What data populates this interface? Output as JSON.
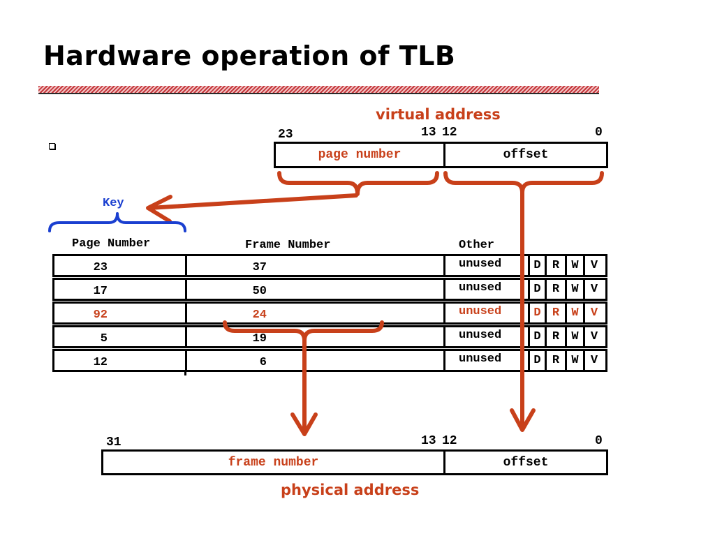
{
  "slide": {
    "title": "Hardware operation of TLB",
    "accent_color": "#c8401a",
    "key_color": "#1a3fd0"
  },
  "virtual_address": {
    "caption": "virtual address",
    "bit_high": "23",
    "bit_split_high": "13",
    "bit_split_low": "12",
    "bit_low": "0",
    "field_page": "page number",
    "field_offset": "offset"
  },
  "key_label": "Key",
  "table": {
    "headers": {
      "page_number": "Page Number",
      "frame_number": "Frame Number",
      "other": "Other"
    },
    "rows": [
      {
        "page": "23",
        "frame": "37",
        "other": "unused",
        "flags": [
          "D",
          "R",
          "W",
          "V"
        ],
        "highlight": false
      },
      {
        "page": "17",
        "frame": "50",
        "other": "unused",
        "flags": [
          "D",
          "R",
          "W",
          "V"
        ],
        "highlight": false
      },
      {
        "page": "92",
        "frame": "24",
        "other": "unused",
        "flags": [
          "D",
          "R",
          "W",
          "V"
        ],
        "highlight": true
      },
      {
        "page": "5",
        "frame": "19",
        "other": "unused",
        "flags": [
          "D",
          "R",
          "W",
          "V"
        ],
        "highlight": false
      },
      {
        "page": "12",
        "frame": "6",
        "other": "unused",
        "flags": [
          "D",
          "R",
          "W",
          "V"
        ],
        "highlight": false
      }
    ]
  },
  "physical_address": {
    "caption": "physical address",
    "bit_high": "31",
    "bit_split_high": "13",
    "bit_split_low": "12",
    "bit_low": "0",
    "field_frame": "frame number",
    "field_offset": "offset"
  },
  "icons": [
    "bullet-icon",
    "key-brace-icon",
    "arrow-left-icon",
    "arrow-down-icon",
    "brace-icon"
  ]
}
